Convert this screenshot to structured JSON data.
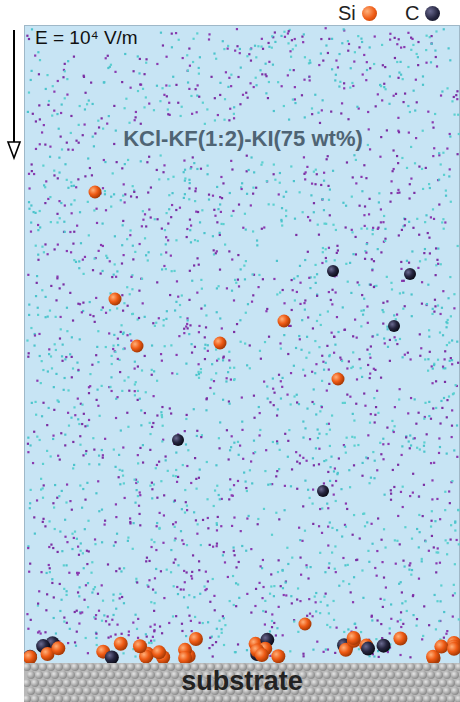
{
  "diagram": {
    "nodes": [
      {
        "text": [
          "E = 10⁴ V/m",
          "KCl-KF(1:2)-KI(75 wt%)"
        ]
      },
      {
        "text": [
          "substrate"
        ]
      }
    ],
    "legend": [
      {
        "text": "Si",
        "color": "#ee5a14"
      },
      {
        "text": "C",
        "color": "#262640"
      }
    ]
  }
}
